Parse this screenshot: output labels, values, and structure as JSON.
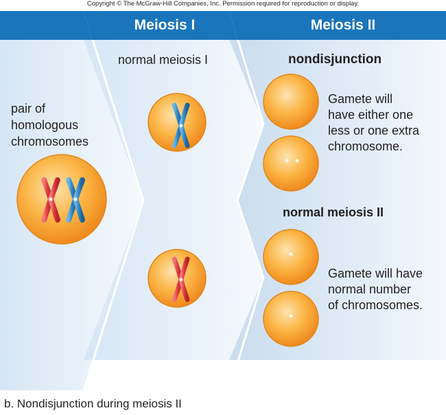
{
  "copyright": "Copyright © The McGraw-Hill Companies, Inc. Permission required for reproduction or display.",
  "headers": {
    "meiosis1": "Meiosis I",
    "meiosis2": "Meiosis II"
  },
  "labels": {
    "homologous": [
      "pair of",
      "homologous",
      "chromosomes"
    ],
    "normal_meiosis_1": "normal meiosis I",
    "nondisjunction": "nondisjunction",
    "nondisjunction_note": [
      "Gamete will",
      "have either one",
      "less or one extra",
      "chromosome."
    ],
    "normal_meiosis_2": "normal meiosis II",
    "normal_note": [
      "Gamete will have",
      "normal number",
      "of chromosomes."
    ]
  },
  "caption": "b. Nondisjunction during meiosis II",
  "colors": {
    "header_blue": "#1b75bb",
    "panel_light": "#e8f1fa",
    "cell_orange": "#f7941d",
    "cell_fill": "#fbb040",
    "chromosome_red": "#e03a3e",
    "chromosome_blue": "#2e86c1"
  }
}
